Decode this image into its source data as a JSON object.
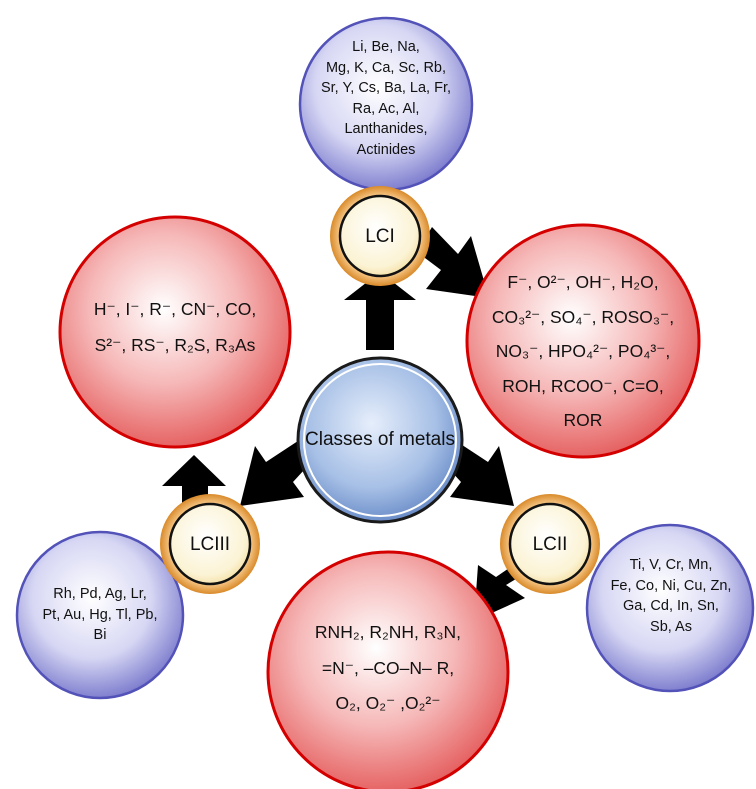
{
  "center": {
    "label": "Classes of metals"
  },
  "nodes": {
    "lci": {
      "label": "LCI"
    },
    "lcii": {
      "label": "LCII"
    },
    "lciii": {
      "label": "LCIII"
    }
  },
  "metals": {
    "lci": [
      "Li, Be, Na,",
      "Mg, K, Ca, Sc, Rb,",
      "Sr, Y, Cs, Ba, La, Fr,",
      "Ra, Ac, Al,",
      "Lanthanides,",
      "Actinides"
    ],
    "lcii": [
      "Ti, V, Cr, Mn,",
      "Fe, Co, Ni, Cu, Zn,",
      "Ga, Cd, In, Sn,",
      "Sb, As"
    ],
    "lciii": [
      "Rh, Pd, Ag, Lr,",
      "Pt, Au, Hg, Tl, Pb,",
      "Bi"
    ]
  },
  "ligands": {
    "lci": [
      "F⁻, O²⁻, OH⁻, H₂O,",
      "CO₃²⁻, SO₄⁻, ROSO₃⁻,",
      "NO₃⁻, HPO₄²⁻, PO₄³⁻,",
      "ROH, RCOO⁻, C=O,",
      "ROR"
    ],
    "lcii": [
      "RNH₂, R₂NH, R₃N,",
      "=N⁻, –CO–N– R,",
      "O₂, O₂⁻ ,O₂²⁻"
    ],
    "lciii": [
      "H⁻, I⁻, R⁻, CN⁻, CO,",
      "S²⁻, RS⁻, R₂S, R₃As"
    ]
  },
  "colors": {
    "blue_fill": "#c9c9ef",
    "blue_edge": "#4a4ab0",
    "red_fill": "#f4a7a7",
    "red_edge": "#d00000",
    "node_fill": "#fbf1cc",
    "node_ring": "#e9a34a",
    "center_fill": "#8fb0dc",
    "arrow": "#000000"
  }
}
